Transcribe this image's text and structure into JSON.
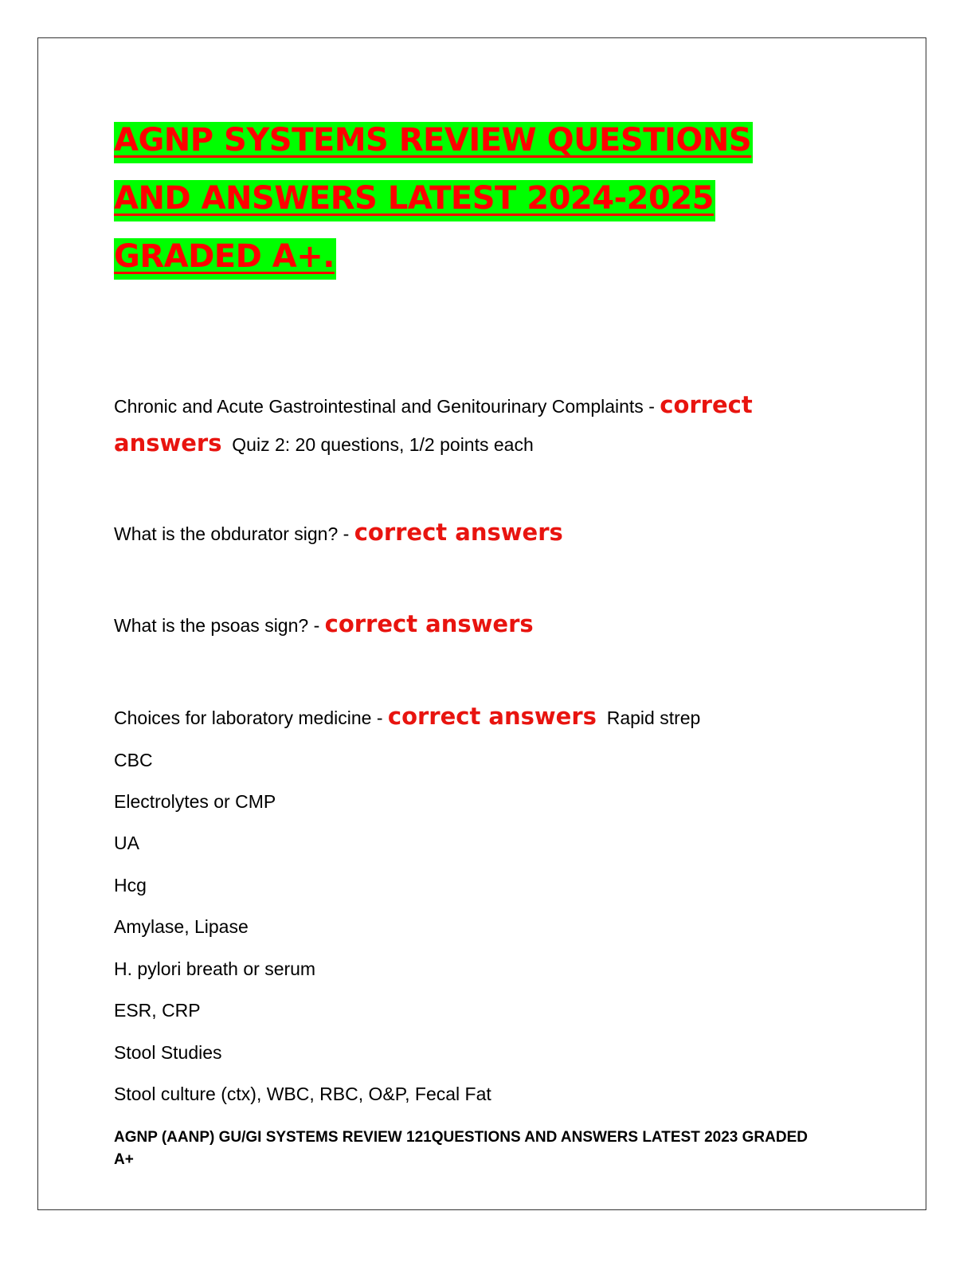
{
  "title": {
    "line1": "AGNP SYSTEMS REVIEW QUESTIONS",
    "line2": "AND ANSWERS LATEST 2024-2025",
    "line3": "GRADED A+."
  },
  "intro": {
    "question": "Chronic and Acute Gastrointestinal and Genitourinary Complaints - ",
    "answer_label_1": "correct",
    "answer_label_2": "answers",
    "answer_text": "Quiz 2: 20 questions, 1/2 points each"
  },
  "q1": {
    "question": "What is the obdurator sign? - ",
    "answer_label": "correct answers"
  },
  "q2": {
    "question": "What is the psoas sign? - ",
    "answer_label": "correct answers"
  },
  "q3": {
    "question": "Choices for laboratory medicine - ",
    "answer_label": "correct answers",
    "first_choice": "Rapid strep",
    "choices": [
      "CBC",
      "Electrolytes or CMP",
      "UA",
      "Hcg",
      "Amylase, Lipase",
      "H. pylori breath or serum",
      "ESR, CRP",
      "Stool Studies",
      "Stool culture (ctx), WBC, RBC, O&P, Fecal Fat"
    ]
  },
  "footer": {
    "line1": "AGNP (AANP) GU/GI SYSTEMS REVIEW 121QUESTIONS AND ANSWERS LATEST 2023 GRADED",
    "line2": "A+"
  },
  "colors": {
    "title_highlight": "#00ff00",
    "title_text": "#ff0000",
    "answer_label": "#e8140f"
  }
}
